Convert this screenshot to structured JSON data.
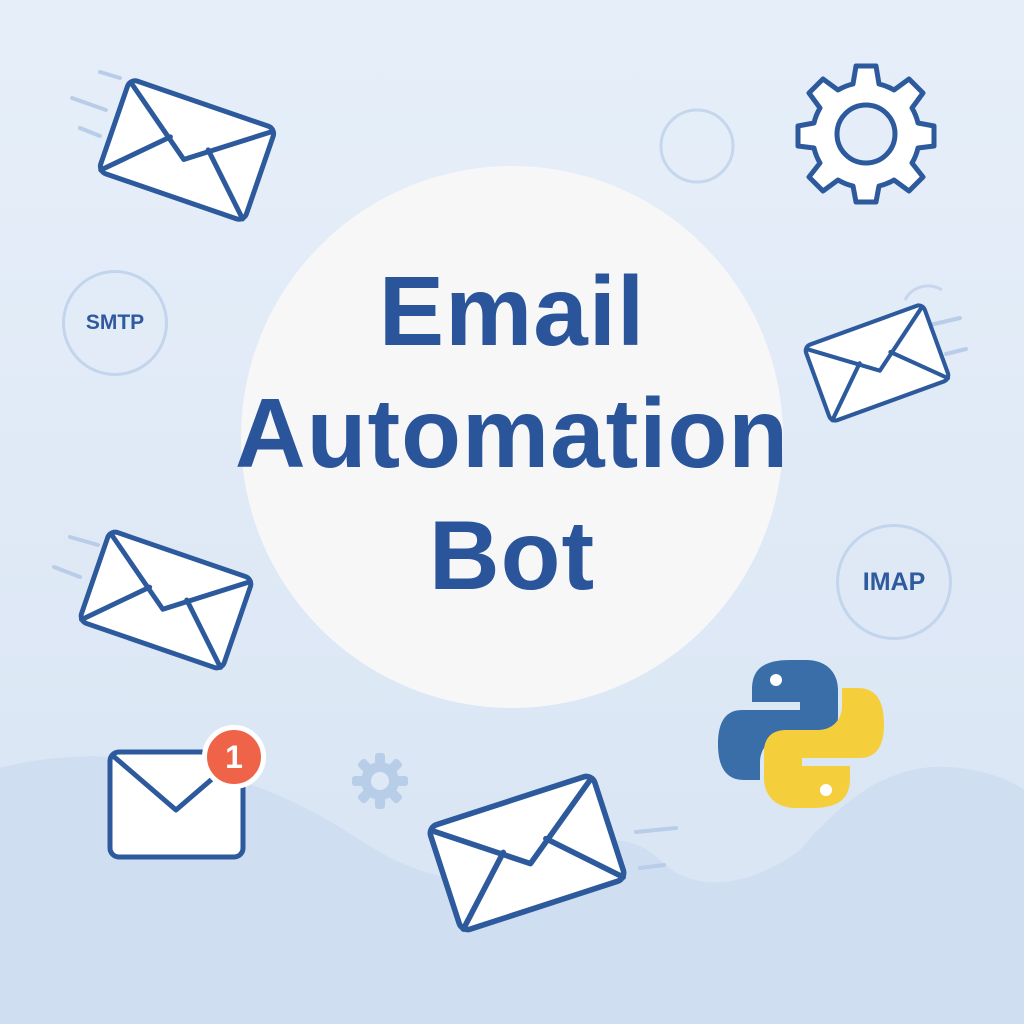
{
  "title": {
    "line1": "Email",
    "line2": "Automation",
    "line3": "Bot"
  },
  "badges": {
    "smtp": "SMTP",
    "imap": "IMAP",
    "notification_count": "1"
  },
  "icons": [
    "envelope-icon",
    "gear-icon",
    "python-logo-icon",
    "notification-badge-icon"
  ],
  "colors": {
    "background": "#e2ecf8",
    "title": "#2a559b",
    "outline": "#2d5a9c",
    "notification": "#ef6448",
    "python_blue": "#3a6ea8",
    "python_yellow": "#f5cf3b"
  }
}
